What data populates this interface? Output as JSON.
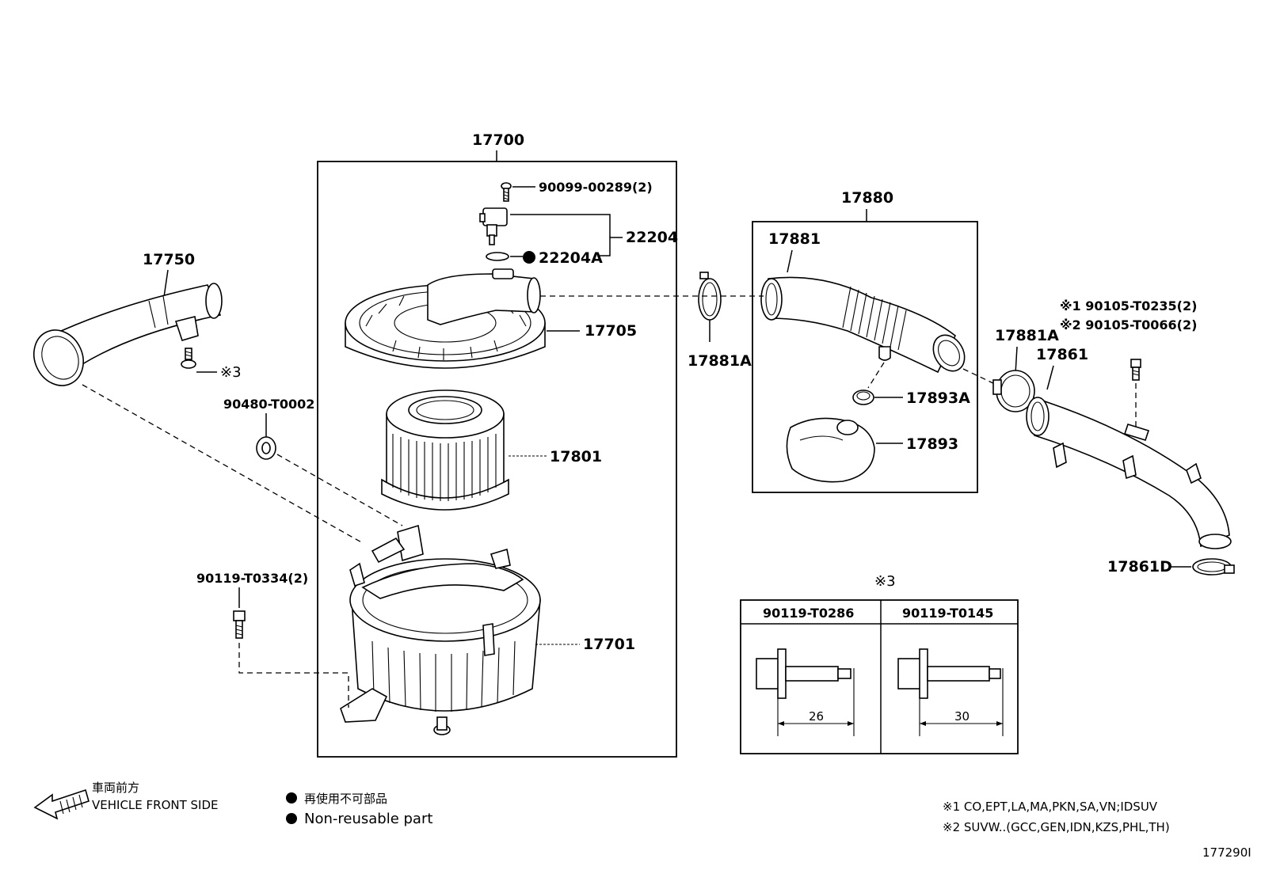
{
  "assembly": {
    "air_cleaner_assy": "17700",
    "inlet_pipe": "17750",
    "inlet_bolt_note": "※3",
    "grommet": "90480-T0002",
    "case_bolt": "90119-T0334(2)",
    "sensor_screw": "90099-00289(2)",
    "airflow_meter": "22204",
    "o_ring": "22204A",
    "cap_sub_assy": "17705",
    "element": "17801",
    "case": "17701"
  },
  "hose_group": {
    "hose_assy": "17880",
    "hose": "17881",
    "clamp_left": "17881A",
    "clamp_right": "17881A",
    "small_clamp": "17893A",
    "resonator": "17893"
  },
  "outlet": {
    "pipe": "17861",
    "bolt_note_1": "※1  90105-T0235(2)",
    "bolt_note_2": "※2  90105-T0066(2)",
    "clamp": "17861D"
  },
  "bolt_table": {
    "ref": "※3",
    "col1_part": "90119-T0286",
    "col1_length": "26",
    "col2_part": "90119-T0145",
    "col2_length": "30"
  },
  "legend": {
    "front_jp": "車両前方",
    "front_en": "VEHICLE FRONT SIDE",
    "nonreusable_jp": "再使用不可部品",
    "nonreusable_en": "Non-reusable part"
  },
  "footnotes": {
    "note1": "※1  CO,EPT,LA,MA,PKN,SA,VN;IDSUV",
    "note2": "※2  SUVW..(GCC,GEN,IDN,KZS,PHL,TH)"
  },
  "figure_id": "177290I"
}
